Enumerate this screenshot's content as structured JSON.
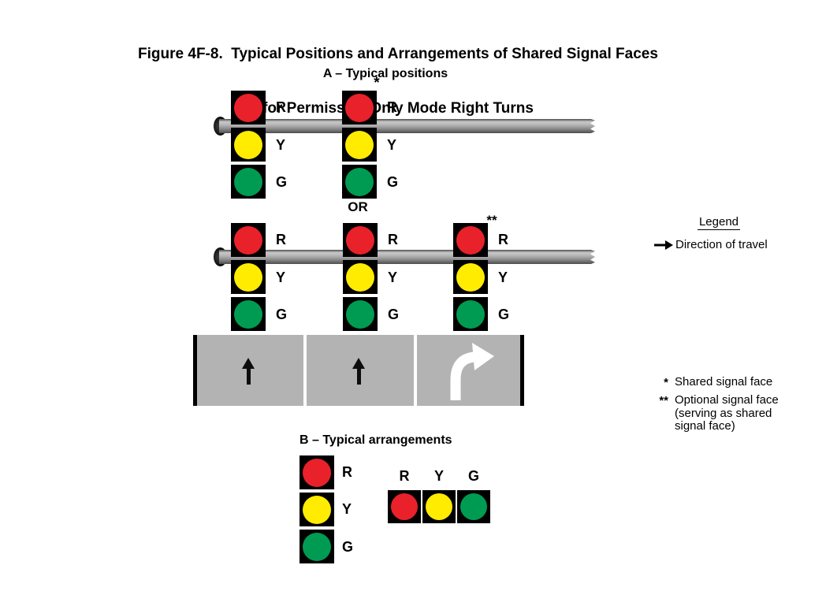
{
  "figure": {
    "title_line1": "Figure 4F-8.  Typical Positions and Arrangements of Shared Signal Faces",
    "title_line2": "for Permissive Only Mode Right Turns"
  },
  "section_a": {
    "heading": "A – Typical positions",
    "or_separator": "OR",
    "shared_marker": "*",
    "optional_marker": "**"
  },
  "section_b": {
    "heading": "B – Typical arrangements"
  },
  "signal_labels": {
    "red": "R",
    "yellow": "Y",
    "green": "G"
  },
  "legend": {
    "heading": "Legend",
    "direction_of_travel": "Direction of travel"
  },
  "footnotes": {
    "shared": {
      "marker": "*",
      "text": "Shared signal face"
    },
    "optional": {
      "marker": "**",
      "line1": "Optional signal face",
      "line2": "(serving as shared",
      "line3": "signal face)"
    }
  },
  "icons": {
    "legend_arrow": "right-arrow",
    "lane_1": "straight-up-arrow",
    "lane_2": "straight-up-arrow",
    "lane_3": "right-turn-arrow",
    "mast_arm_end": "break-zigzag"
  },
  "colors": {
    "signal_red": "#e8212b",
    "signal_yellow": "#ffec00",
    "signal_green": "#009b52",
    "signal_housing": "#000000",
    "road_gray": "#b3b3b3",
    "lane_marking_white": "#ffffff",
    "mast_arm_gray": "#9a9a9a",
    "text_black": "#000000"
  }
}
